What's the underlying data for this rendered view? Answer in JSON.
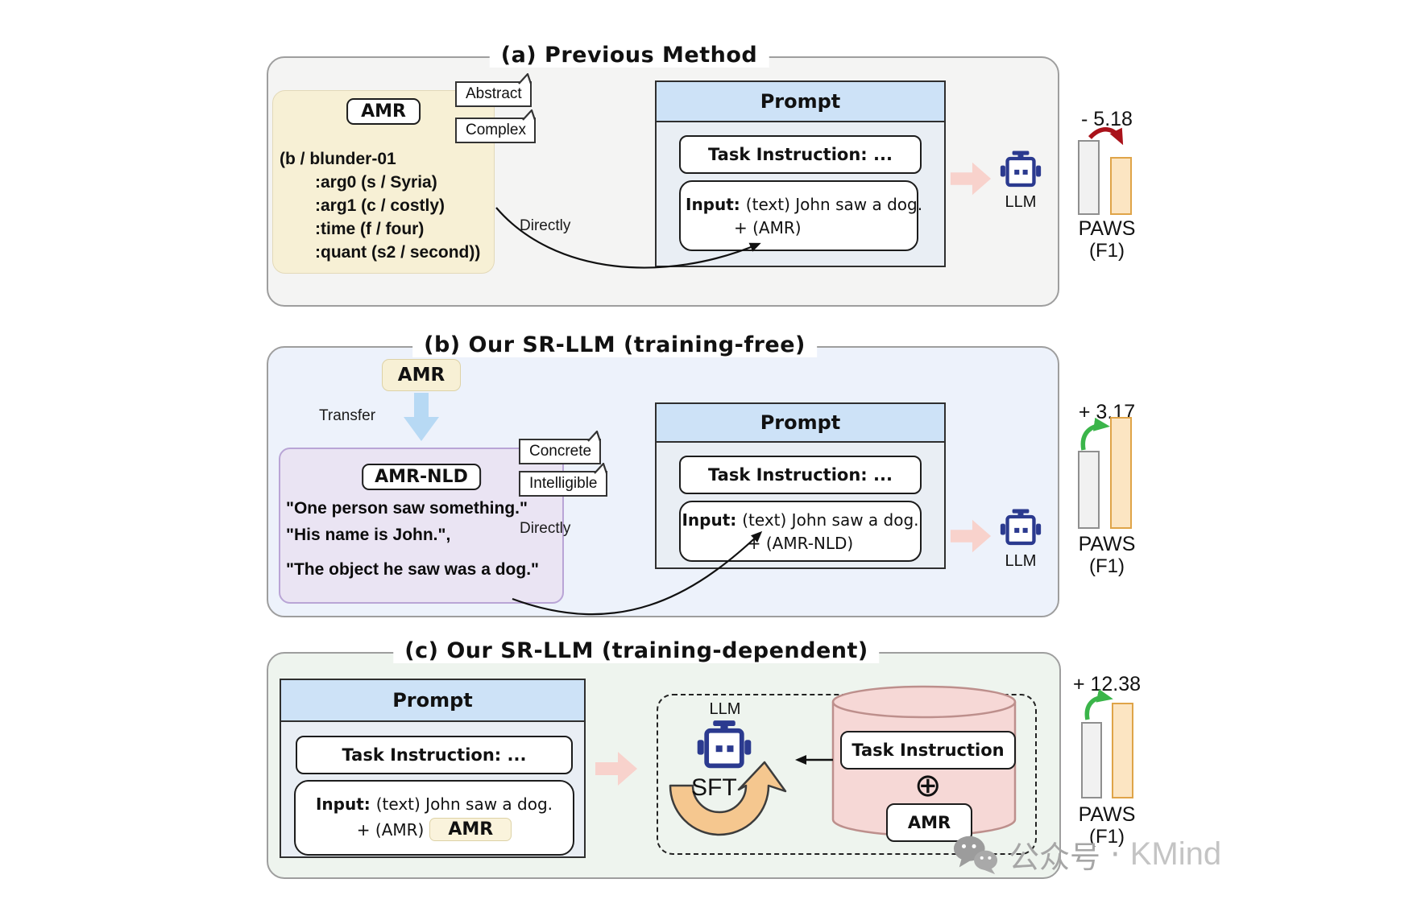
{
  "colors": {
    "panel_a_bg": "#f4f4f3",
    "panel_b_bg": "#edf2fb",
    "panel_c_bg": "#eef4ee",
    "prompt_header_blue": "#cde2f7",
    "prompt_body": "#e9eef4",
    "amr_yellow": "#f7f0d5",
    "purple_box": "#eae4f3",
    "cylinder_pink": "#f6d8d6",
    "robot_navy": "#2b3a8f",
    "pink_arrow": "#f8d2cc",
    "blue_arrow": "#b7d9f4",
    "sft_orange": "#f5c78f",
    "bar_gray": "#f1f1f1",
    "bar_orange": "#fce5c2",
    "decline_red": "#a9121a",
    "increase_green": "#3bb54a"
  },
  "panel_a": {
    "title": "(a) Previous Method",
    "amr_label": "AMR",
    "amr_code": [
      "(b / blunder-01",
      ":arg0 (s / Syria)",
      ":arg1 (c / costly)",
      ":time (f / four)",
      ":quant (s2 / second))"
    ],
    "tags": {
      "abstract": "Abstract",
      "complex": "Complex"
    },
    "directly_label": "Directly",
    "prompt": {
      "title": "Prompt",
      "task_instruction": "Task Instruction: ...",
      "input_prefix": "Input:",
      "input_text": "(text) John saw a dog.",
      "input_suffix": "+ (AMR)"
    },
    "llm_label": "LLM",
    "metric": {
      "delta": "- 5.18",
      "dataset": "PAWS",
      "measure": "(F1)"
    }
  },
  "panel_b": {
    "title": "(b) Our SR-LLM (training-free)",
    "amr_tag": "AMR",
    "transfer_label": "Transfer",
    "amr_nld_label": "AMR-NLD",
    "sentences": [
      "\"One person saw something.\"",
      "\"His name is John.\",",
      "\"The object he saw was a dog.\""
    ],
    "tags": {
      "concrete": "Concrete",
      "intelligible": "Intelligible"
    },
    "directly_label": "Directly",
    "prompt": {
      "title": "Prompt",
      "task_instruction": "Task Instruction: ...",
      "input_prefix": "Input:",
      "input_text": "(text) John saw a dog.",
      "input_suffix": "+ (AMR-NLD)"
    },
    "llm_label": "LLM",
    "metric": {
      "delta": "+ 3.17",
      "dataset": "PAWS",
      "measure": "(F1)"
    }
  },
  "panel_c": {
    "title": "(c) Our SR-LLM (training-dependent)",
    "prompt": {
      "title": "Prompt",
      "task_instruction": "Task Instruction: ...",
      "input_prefix": "Input:",
      "input_text": "(text) John saw a dog.",
      "input_suffix": "+ (AMR)",
      "amr_tag": "AMR"
    },
    "llm_label": "LLM",
    "sft_label": "SFT",
    "datastore": {
      "task_instruction": "Task Instruction",
      "combine_symbol": "⊕",
      "amr": "AMR"
    },
    "metric": {
      "delta": "+ 12.38",
      "dataset": "PAWS",
      "measure": "(F1)"
    }
  },
  "watermark": {
    "platform": "公众号",
    "separator": "·",
    "brand": "KMind"
  }
}
